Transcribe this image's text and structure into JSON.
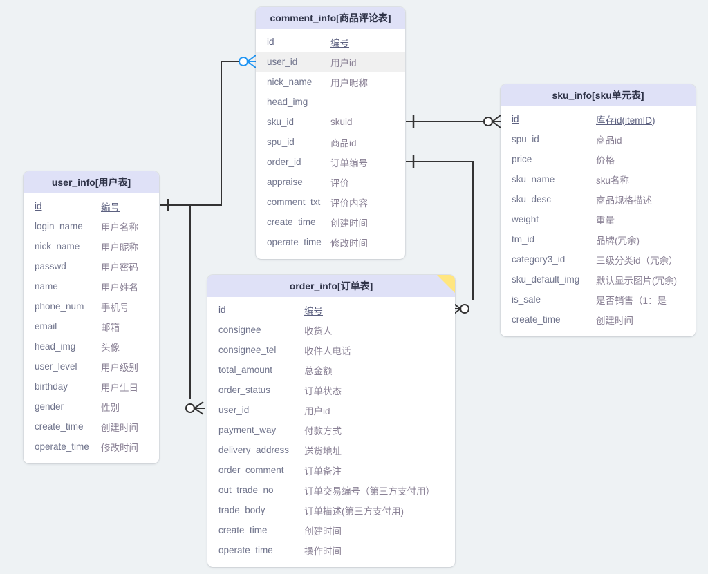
{
  "diagram": {
    "title": "Database ER diagram",
    "background_color": "#eef2f4",
    "header_color": "#dfe1f7",
    "fold_color": "#ffe680",
    "relation_line_color": "#333333",
    "relation_highlight_color": "#2196f3"
  },
  "tables": [
    {
      "key": "comment_info",
      "title": "comment_info[商品评论表]",
      "has_fold": false,
      "columns": [
        {
          "name": "id",
          "desc": "编号",
          "pk": true,
          "highlight": false
        },
        {
          "name": "user_id",
          "desc": "用户id",
          "pk": false,
          "highlight": true
        },
        {
          "name": "nick_name",
          "desc": "用户昵称",
          "pk": false,
          "highlight": false
        },
        {
          "name": "head_img",
          "desc": "",
          "pk": false,
          "highlight": false
        },
        {
          "name": "sku_id",
          "desc": "skuid",
          "pk": false,
          "highlight": false
        },
        {
          "name": "spu_id",
          "desc": "商品id",
          "pk": false,
          "highlight": false
        },
        {
          "name": "order_id",
          "desc": "订单编号",
          "pk": false,
          "highlight": false
        },
        {
          "name": "appraise",
          "desc": "评价",
          "pk": false,
          "highlight": false
        },
        {
          "name": "comment_txt",
          "desc": "评价内容",
          "pk": false,
          "highlight": false
        },
        {
          "name": "create_time",
          "desc": "创建时间",
          "pk": false,
          "highlight": false
        },
        {
          "name": "operate_time",
          "desc": "修改时间",
          "pk": false,
          "highlight": false
        }
      ]
    },
    {
      "key": "user_info",
      "title": "user_info[用户表]",
      "has_fold": false,
      "columns": [
        {
          "name": "id",
          "desc": "编号",
          "pk": true,
          "highlight": false
        },
        {
          "name": "login_name",
          "desc": "用户名称",
          "pk": false,
          "highlight": false
        },
        {
          "name": "nick_name",
          "desc": "用户昵称",
          "pk": false,
          "highlight": false
        },
        {
          "name": "passwd",
          "desc": "用户密码",
          "pk": false,
          "highlight": false
        },
        {
          "name": "name",
          "desc": "用户姓名",
          "pk": false,
          "highlight": false
        },
        {
          "name": "phone_num",
          "desc": "手机号",
          "pk": false,
          "highlight": false
        },
        {
          "name": "email",
          "desc": "邮箱",
          "pk": false,
          "highlight": false
        },
        {
          "name": "head_img",
          "desc": "头像",
          "pk": false,
          "highlight": false
        },
        {
          "name": "user_level",
          "desc": "用户级别",
          "pk": false,
          "highlight": false
        },
        {
          "name": "birthday",
          "desc": "用户生日",
          "pk": false,
          "highlight": false
        },
        {
          "name": "gender",
          "desc": "性别",
          "pk": false,
          "highlight": false
        },
        {
          "name": "create_time",
          "desc": "创建时间",
          "pk": false,
          "highlight": false
        },
        {
          "name": "operate_time",
          "desc": "修改时间",
          "pk": false,
          "highlight": false
        }
      ]
    },
    {
      "key": "sku_info",
      "title": "sku_info[sku单元表]",
      "has_fold": false,
      "columns": [
        {
          "name": "id",
          "desc": "库存id(itemID)",
          "pk": true,
          "highlight": false
        },
        {
          "name": "spu_id",
          "desc": "商品id",
          "pk": false,
          "highlight": false
        },
        {
          "name": "price",
          "desc": "价格",
          "pk": false,
          "highlight": false
        },
        {
          "name": "sku_name",
          "desc": "sku名称",
          "pk": false,
          "highlight": false
        },
        {
          "name": "sku_desc",
          "desc": "商品规格描述",
          "pk": false,
          "highlight": false
        },
        {
          "name": "weight",
          "desc": "重量",
          "pk": false,
          "highlight": false
        },
        {
          "name": "tm_id",
          "desc": "品牌(冗余)",
          "pk": false,
          "highlight": false
        },
        {
          "name": "category3_id",
          "desc": "三级分类id（冗余）",
          "pk": false,
          "highlight": false
        },
        {
          "name": "sku_default_img",
          "desc": "默认显示图片(冗余)",
          "pk": false,
          "highlight": false
        },
        {
          "name": "is_sale",
          "desc": "是否销售（1：是",
          "pk": false,
          "highlight": false
        },
        {
          "name": "create_time",
          "desc": "创建时间",
          "pk": false,
          "highlight": false
        }
      ]
    },
    {
      "key": "order_info",
      "title": "order_info[订单表]",
      "has_fold": true,
      "columns": [
        {
          "name": "id",
          "desc": "编号",
          "pk": true,
          "highlight": false
        },
        {
          "name": "consignee",
          "desc": "收货人",
          "pk": false,
          "highlight": false
        },
        {
          "name": "consignee_tel",
          "desc": "收件人电话",
          "pk": false,
          "highlight": false
        },
        {
          "name": "total_amount",
          "desc": "总金额",
          "pk": false,
          "highlight": false
        },
        {
          "name": "order_status",
          "desc": "订单状态",
          "pk": false,
          "highlight": false
        },
        {
          "name": "user_id",
          "desc": "用户id",
          "pk": false,
          "highlight": false
        },
        {
          "name": "payment_way",
          "desc": "付款方式",
          "pk": false,
          "highlight": false
        },
        {
          "name": "delivery_address",
          "desc": "送货地址",
          "pk": false,
          "highlight": false
        },
        {
          "name": "order_comment",
          "desc": "订单备注",
          "pk": false,
          "highlight": false
        },
        {
          "name": "out_trade_no",
          "desc": "订单交易编号（第三方支付用）",
          "pk": false,
          "highlight": false
        },
        {
          "name": "trade_body",
          "desc": "订单描述(第三方支付用)",
          "pk": false,
          "highlight": false
        },
        {
          "name": "create_time",
          "desc": "创建时间",
          "pk": false,
          "highlight": false
        },
        {
          "name": "operate_time",
          "desc": "操作时间",
          "pk": false,
          "highlight": false
        }
      ]
    }
  ],
  "relationships": [
    {
      "name": "user-info-to-comment-info",
      "from": "user_info.id",
      "to": "comment_info.user_id",
      "from_card": "one",
      "to_card": "zero-or-many",
      "highlighted": true
    },
    {
      "name": "user-info-to-order-info",
      "from": "user_info.id",
      "to": "order_info.user_id",
      "from_card": "one",
      "to_card": "zero-or-many",
      "highlighted": false
    },
    {
      "name": "comment-info-to-sku-info",
      "from": "comment_info.sku_id",
      "to": "sku_info.id",
      "from_card": "one",
      "to_card": "zero-or-many",
      "highlighted": false
    },
    {
      "name": "comment-info-to-order-info",
      "from": "comment_info.order_id",
      "to": "order_info.id",
      "from_card": "one",
      "to_card": "zero-or-many",
      "highlighted": false
    }
  ]
}
